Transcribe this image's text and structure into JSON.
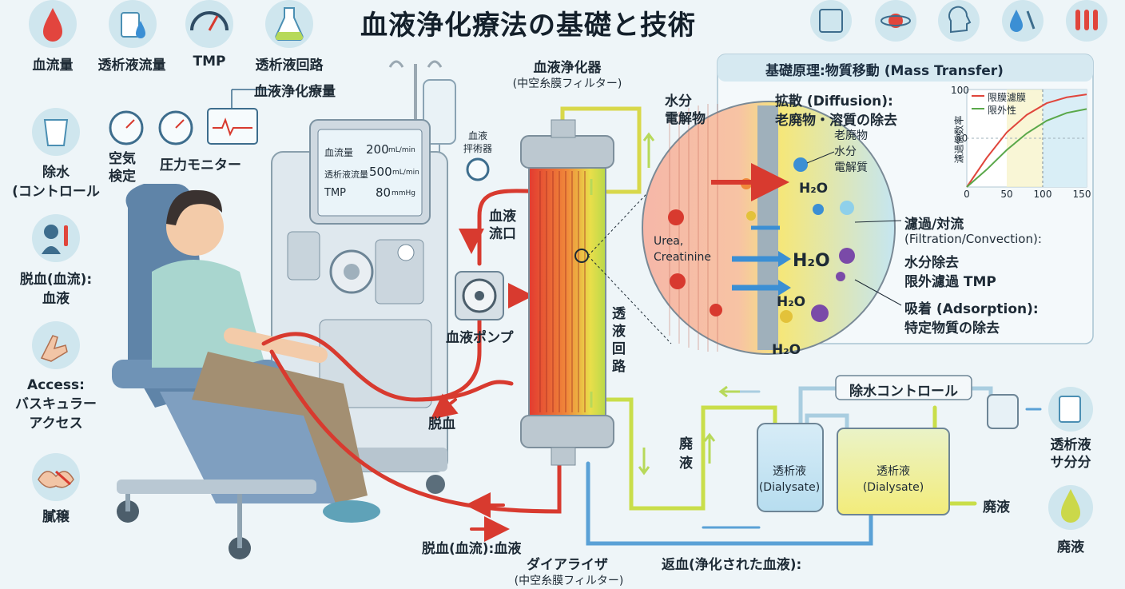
{
  "title": "血液浄化療法の基礎と技術",
  "top_icons": [
    {
      "icon": "blood-drop-icon",
      "label": "血流量"
    },
    {
      "icon": "dialysate-bottle-icon",
      "label": "透析液流量"
    },
    {
      "icon": "gauge-icon",
      "label": "TMP"
    },
    {
      "icon": "flask-icon",
      "label": "透析液回路"
    }
  ],
  "top_right_icons": [
    "calculator-icon",
    "molecule-icon",
    "brain-icon",
    "tools-icon",
    "test-tubes-icon"
  ],
  "left_icons": [
    {
      "icon": "cup-icon",
      "label": "除水\n(コントロール"
    },
    {
      "icon": "patient-thermometer-icon",
      "label": "脱血(血流):\n血液"
    },
    {
      "icon": "arm-icon",
      "label": "Access:\nバスキュラー\nアクセス"
    },
    {
      "icon": "hands-icon",
      "label": "膩穣"
    }
  ],
  "right_icons": [
    {
      "icon": "dialysate-container-icon",
      "label": "透析液\nサ分分"
    },
    {
      "icon": "waste-drop-icon",
      "label": "廃液"
    }
  ],
  "machine": {
    "purification_label": "血液浄化療量",
    "monitor_label": "圧力モニター",
    "air_label": "空気\n検定",
    "rows": [
      {
        "name": "血流量",
        "value": "200",
        "unit": "mL/min"
      },
      {
        "name": "透析液流量",
        "value": "500",
        "unit": "mL/min"
      },
      {
        "name": "TMP",
        "value": "80",
        "unit": "mmHg"
      }
    ]
  },
  "circuit": {
    "dialyzer_title": "血液浄化器",
    "dialyzer_sub": "(中空糸膜フィルター)",
    "water": "水分\n電解物",
    "blood_device": "血液\n抨術器",
    "blood_inlet": "血液\n流口",
    "blood_pump": "血液ポンプ",
    "dialysate_circuit": "透\n液\n回\n路",
    "removal": "脱血",
    "waste_vertical": "廃\n液",
    "removal_bottom": "脱血(血流):血液",
    "dialyzer_bottom": "ダイアライザ",
    "dialyzer_bottom_sub": "(中空糸膜フィルター)",
    "return": "返血(浄化された血液):",
    "uf_control": "除水コントロール",
    "tank1": "透析液\n(Dialysate)",
    "tank2": "透析液\n(Dialysate)",
    "waste_out": "廃液"
  },
  "panel": {
    "title": "基礎原理:物質移動 (Mass Transfer)",
    "diffusion_title": "拡散 (Diffusion):",
    "diffusion_desc": "老廃物・溶質の除去",
    "waste_labels": "老廃物\n水分\n電解質",
    "urea": "Urea,\nCreatinine",
    "h2o": "H₂O",
    "filtration_title": "濾過/対流",
    "filtration_en": "(Filtration/Convection):",
    "filtration_desc1": "水分除去",
    "filtration_desc2": "限外濾過 TMP",
    "adsorption_title": "吸着 (Adsorption):",
    "adsorption_desc": "特定物質の除去"
  },
  "chart_data": {
    "type": "line",
    "x_ticks": [
      "0",
      "50",
      "100",
      "150"
    ],
    "y_ticks": [
      "50",
      "100"
    ],
    "ylabel": "濾過係数率",
    "xlim": [
      0,
      150
    ],
    "ylim": [
      0,
      100
    ],
    "series": [
      {
        "name": "限膜濾膜",
        "color": "#e0463c",
        "x": [
          0,
          25,
          50,
          75,
          100,
          125,
          150
        ],
        "y": [
          0,
          30,
          56,
          74,
          86,
          92,
          95
        ]
      },
      {
        "name": "限外性",
        "color": "#5aa84a",
        "x": [
          0,
          25,
          50,
          75,
          100,
          125,
          150
        ],
        "y": [
          0,
          18,
          38,
          55,
          68,
          76,
          80
        ]
      }
    ]
  }
}
